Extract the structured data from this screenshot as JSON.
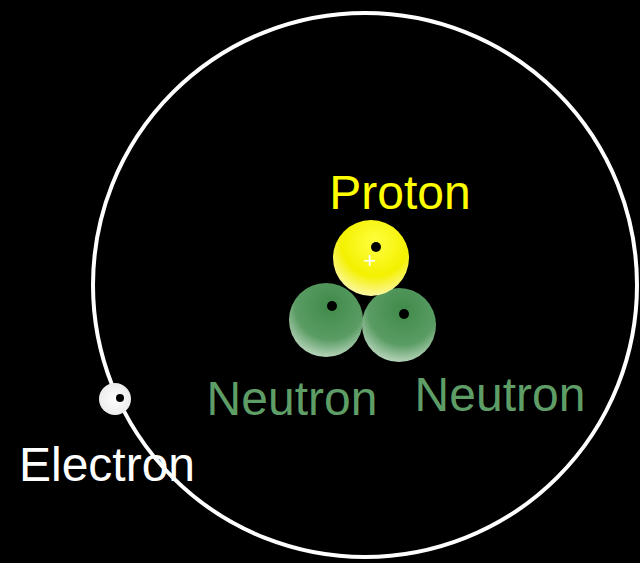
{
  "diagram": {
    "labels": [
      "Proton",
      "+",
      "Neutron",
      "Neutron",
      "Electron"
    ]
  }
}
